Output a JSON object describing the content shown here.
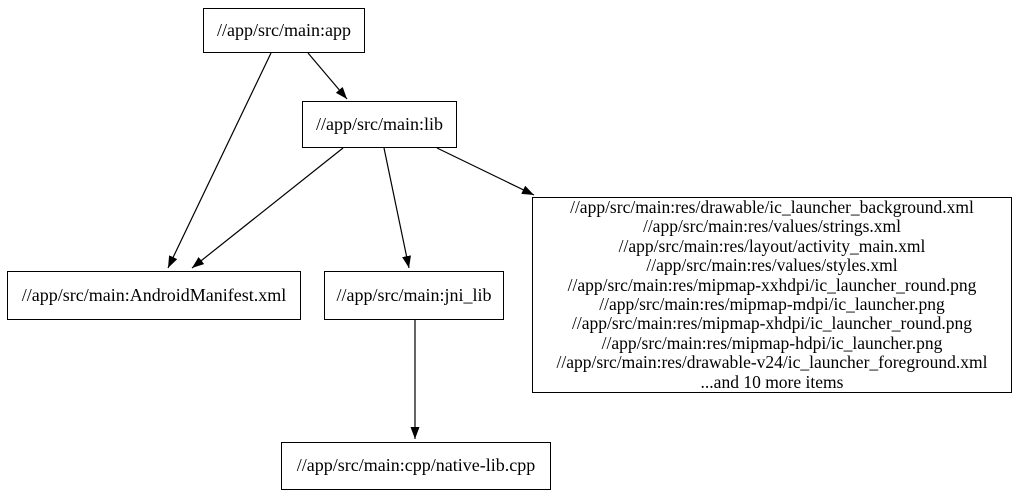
{
  "graph": {
    "type": "dependency-graph",
    "background_color": "#ffffff",
    "stroke_color": "#000000",
    "nodes": {
      "app": {
        "label": "//app/src/main:app"
      },
      "lib": {
        "label": "//app/src/main:lib"
      },
      "manifest": {
        "label": "//app/src/main:AndroidManifest.xml"
      },
      "jni_lib": {
        "label": "//app/src/main:jni_lib"
      },
      "native_lib": {
        "label": "//app/src/main:cpp/native-lib.cpp"
      },
      "res_group": {
        "lines": [
          "//app/src/main:res/drawable/ic_launcher_background.xml",
          "//app/src/main:res/values/strings.xml",
          "//app/src/main:res/layout/activity_main.xml",
          "//app/src/main:res/values/styles.xml",
          "//app/src/main:res/mipmap-xxhdpi/ic_launcher_round.png",
          "//app/src/main:res/mipmap-mdpi/ic_launcher.png",
          "//app/src/main:res/mipmap-xhdpi/ic_launcher_round.png",
          "//app/src/main:res/mipmap-hdpi/ic_launcher.png",
          "//app/src/main:res/drawable-v24/ic_launcher_foreground.xml",
          "...and 10 more items"
        ]
      }
    },
    "edges": [
      {
        "from": "app",
        "to": "manifest"
      },
      {
        "from": "app",
        "to": "lib"
      },
      {
        "from": "lib",
        "to": "manifest"
      },
      {
        "from": "lib",
        "to": "jni_lib"
      },
      {
        "from": "lib",
        "to": "res_group"
      },
      {
        "from": "jni_lib",
        "to": "native_lib"
      }
    ]
  }
}
